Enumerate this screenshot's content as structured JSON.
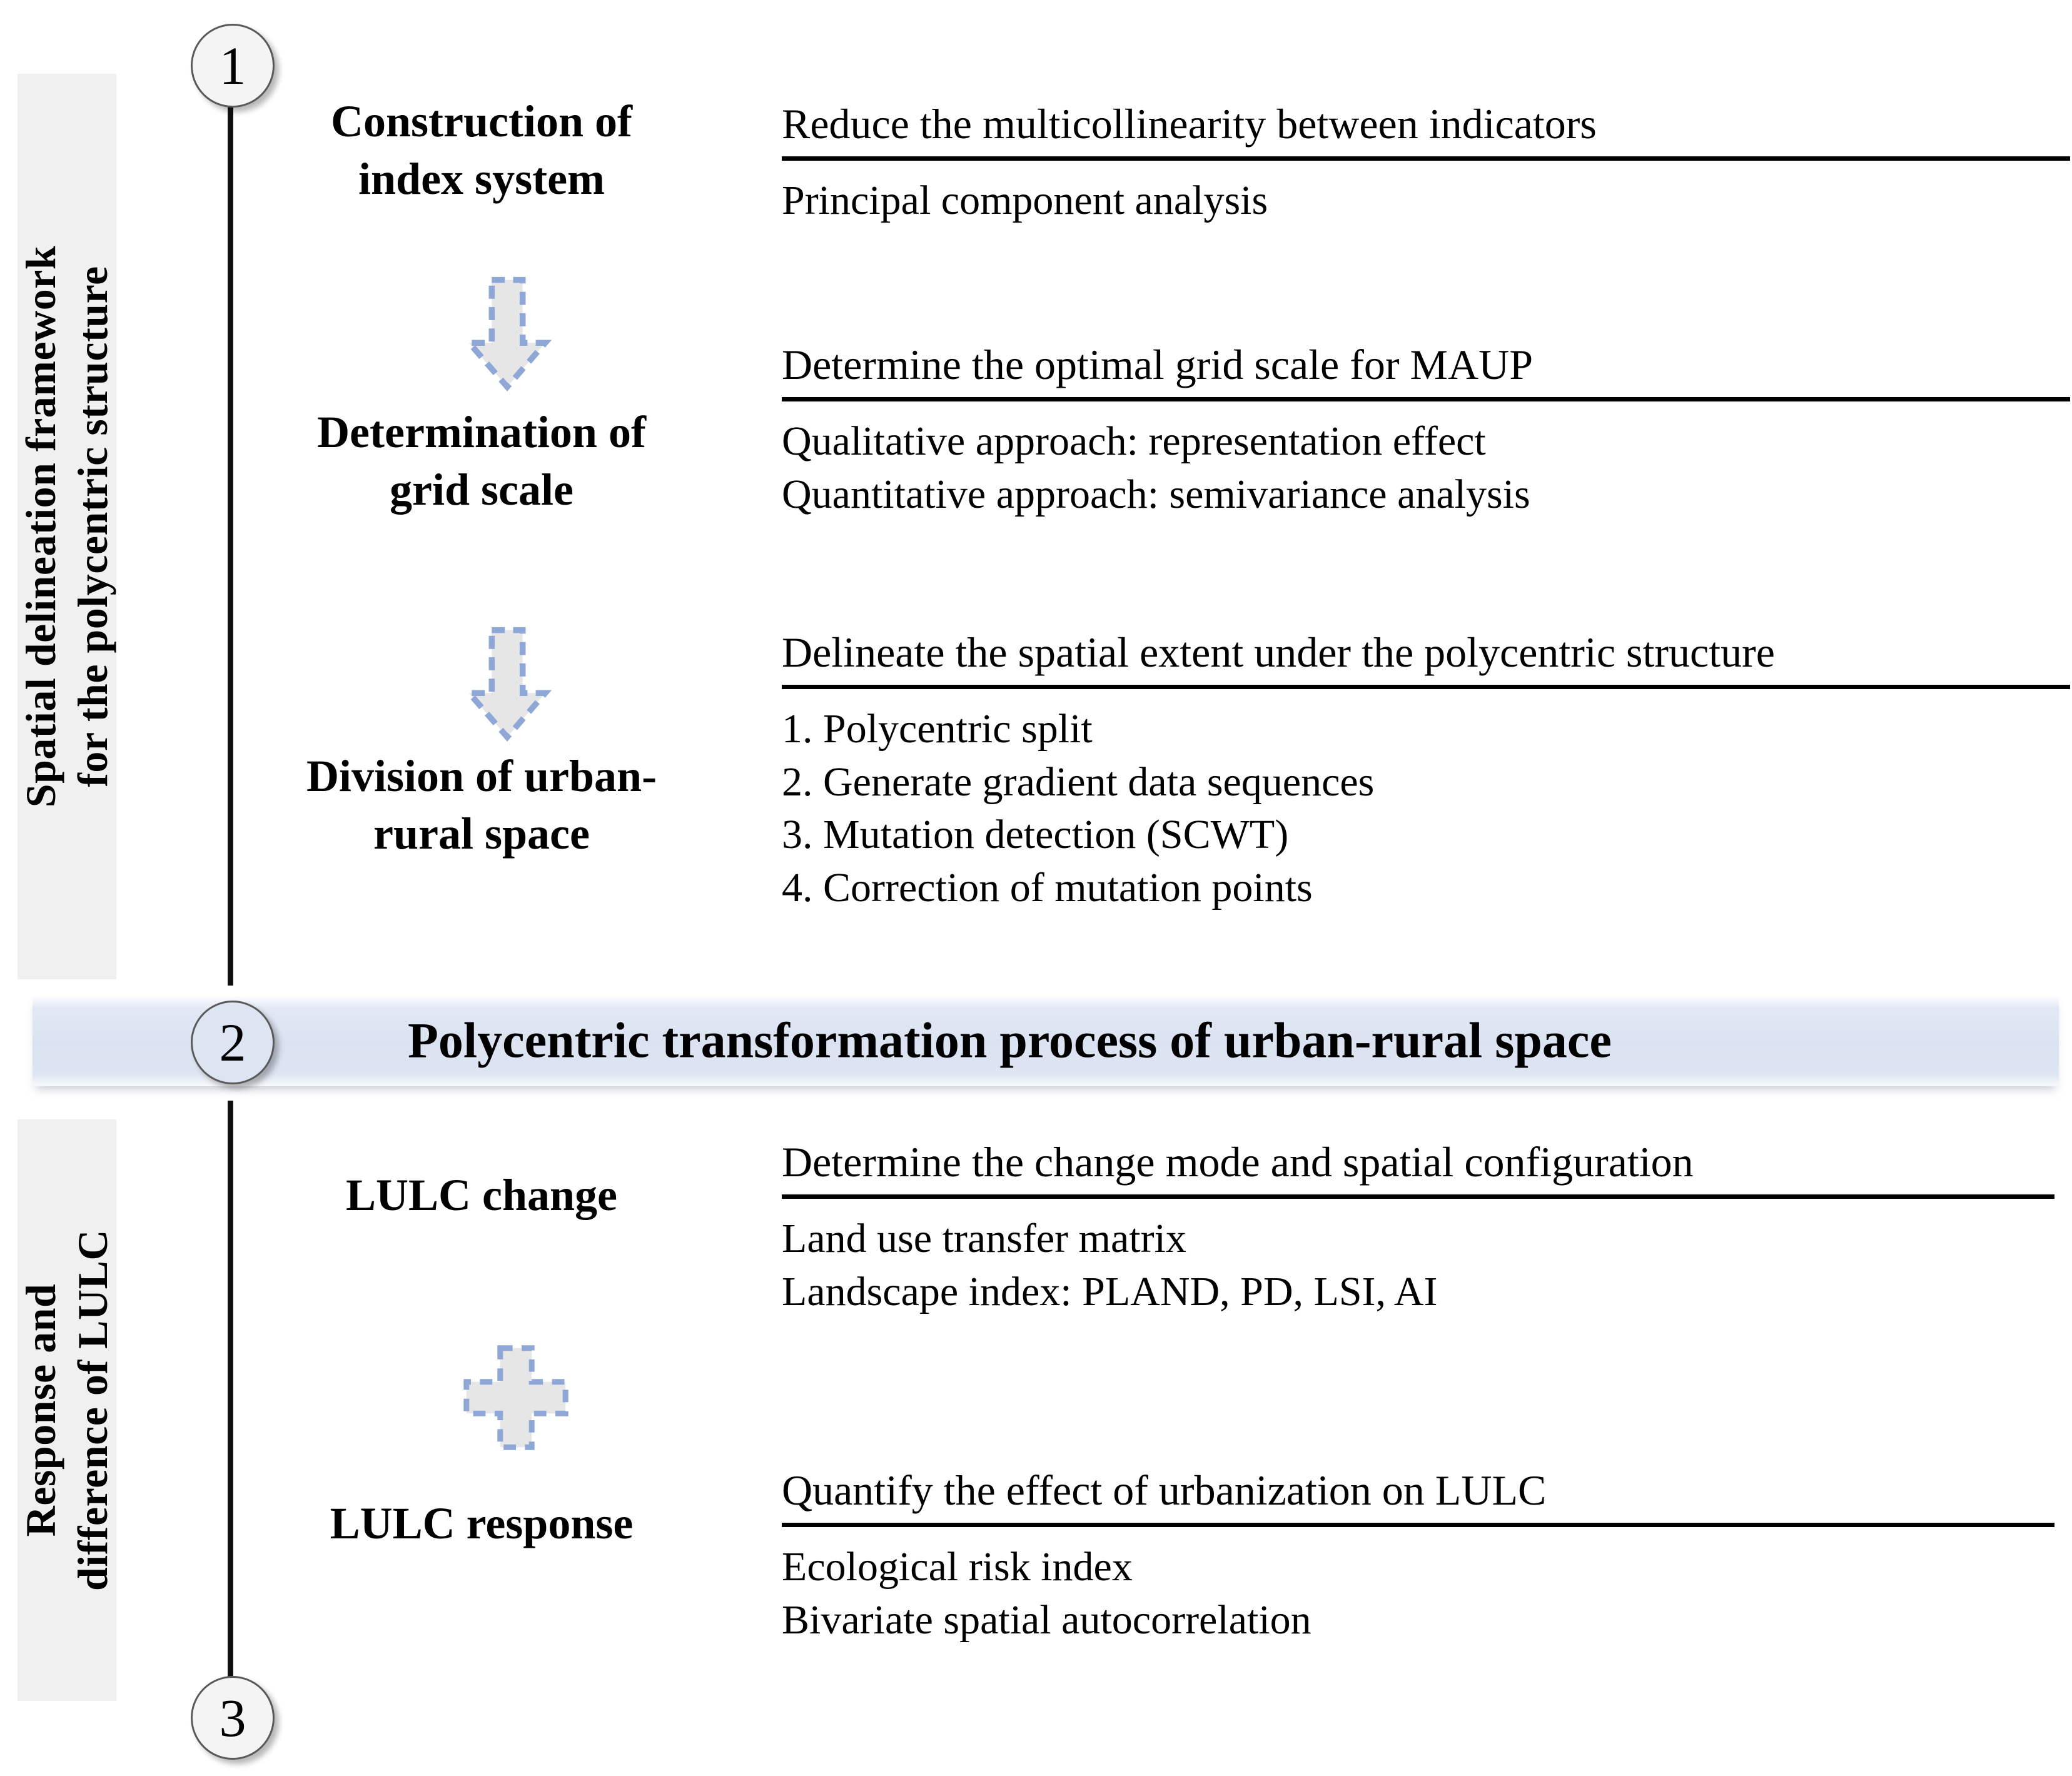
{
  "colors": {
    "band_blue": "#dbe3f2",
    "panel_gray": "#f0f0f0",
    "connector_fill": "#e6e6e6",
    "connector_dash": "#8ea7d6",
    "rule_black": "#000000"
  },
  "sections": [
    {
      "id": "section-1",
      "marker": "1",
      "sidebar_lines": [
        "Spatial delineation framework",
        "for the polycentric structure"
      ],
      "steps": [
        {
          "label_lines": [
            "Construction of",
            "index system"
          ],
          "headline": "Reduce the multicollinearity between indicators",
          "items": [
            "Principal component analysis"
          ]
        },
        {
          "label_lines": [
            "Determination of",
            "grid scale"
          ],
          "headline": "Determine the optimal grid scale for MAUP",
          "items": [
            "Qualitative approach: representation effect",
            "Quantitative approach: semivariance analysis"
          ]
        },
        {
          "label_lines": [
            "Division of urban-",
            "rural space"
          ],
          "headline": "Delineate the spatial extent under the polycentric structure",
          "items": [
            "1. Polycentric split",
            "2. Generate gradient data sequences",
            "3. Mutation detection (SCWT)",
            "4. Correction of mutation points"
          ]
        }
      ],
      "connectors": [
        "down-arrow-icon",
        "down-arrow-icon"
      ]
    },
    {
      "id": "section-2",
      "marker": "2",
      "band_title": "Polycentric transformation process of urban-rural space"
    },
    {
      "id": "section-3",
      "marker": "3",
      "sidebar_lines": [
        "Response and",
        "difference of LULC"
      ],
      "steps": [
        {
          "label_lines": [
            "LULC change"
          ],
          "headline": "Determine the change mode and spatial configuration",
          "items": [
            "Land use transfer matrix",
            "Landscape index: PLAND, PD, LSI, AI"
          ]
        },
        {
          "label_lines": [
            "LULC response"
          ],
          "headline": "Quantify the effect of urbanization on LULC",
          "items": [
            "Ecological risk index",
            "Bivariate spatial autocorrelation"
          ]
        }
      ],
      "connectors": [
        "plus-icon"
      ]
    }
  ]
}
